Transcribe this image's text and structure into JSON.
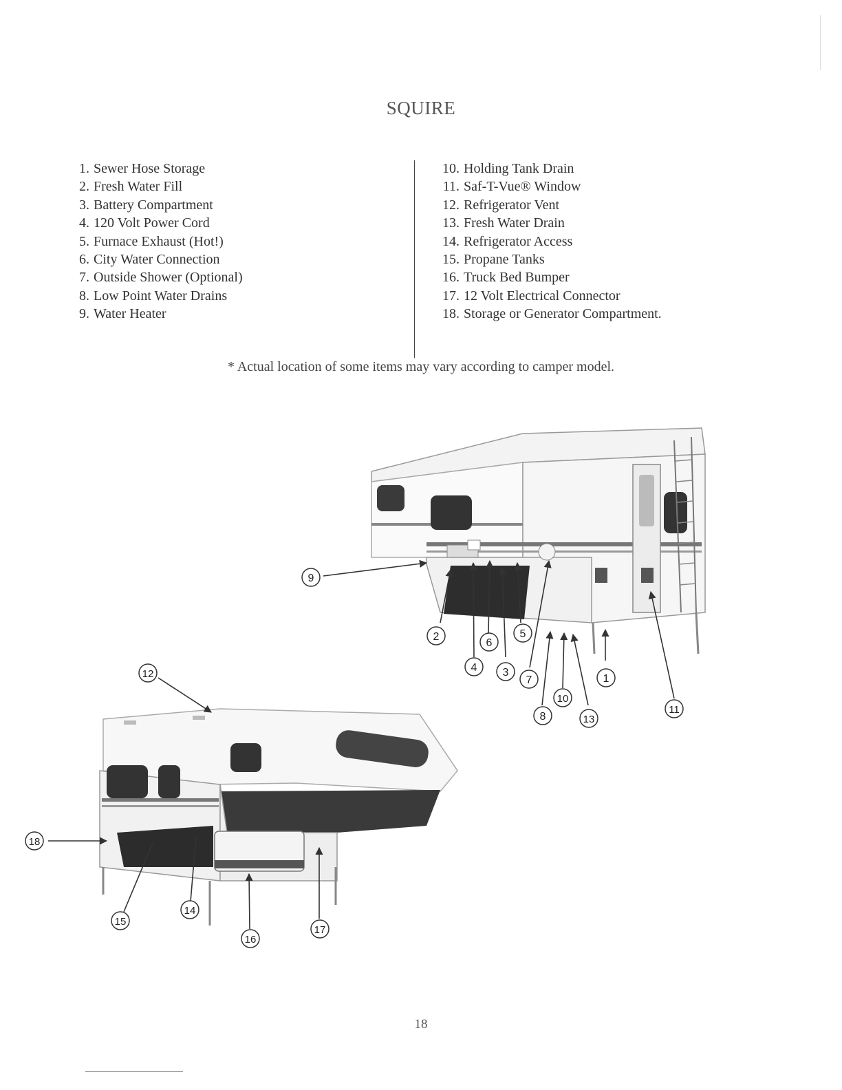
{
  "title": "SQUIRE",
  "items_left": [
    {
      "num": "1.",
      "label": "Sewer Hose Storage"
    },
    {
      "num": "2.",
      "label": "Fresh Water Fill"
    },
    {
      "num": "3.",
      "label": "Battery Compartment"
    },
    {
      "num": "4.",
      "label": "120 Volt Power Cord"
    },
    {
      "num": "5.",
      "label": "Furnace Exhaust (Hot!)"
    },
    {
      "num": "6.",
      "label": "City Water Connection"
    },
    {
      "num": "7.",
      "label": "Outside Shower (Optional)"
    },
    {
      "num": "8.",
      "label": "Low Point Water Drains"
    },
    {
      "num": "9.",
      "label": "Water Heater"
    }
  ],
  "items_right": [
    {
      "num": "10.",
      "label": "Holding Tank Drain"
    },
    {
      "num": "11.",
      "label": "Saf-T-Vue® Window"
    },
    {
      "num": "12.",
      "label": "Refrigerator Vent"
    },
    {
      "num": "13.",
      "label": "Fresh Water Drain"
    },
    {
      "num": "14.",
      "label": "Refrigerator Access"
    },
    {
      "num": "15.",
      "label": "Propane Tanks"
    },
    {
      "num": "16.",
      "label": "Truck Bed Bumper"
    },
    {
      "num": "17.",
      "label": "12 Volt Electrical Connector"
    },
    {
      "num": "18.",
      "label": "Storage or Generator Compartment."
    }
  ],
  "footnote": "* Actual location of some items may vary according to camper model.",
  "callouts": [
    "1",
    "2",
    "3",
    "4",
    "5",
    "6",
    "7",
    "8",
    "9",
    "10",
    "11",
    "12",
    "13",
    "14",
    "15",
    "16",
    "17",
    "18"
  ],
  "page_number": "18"
}
